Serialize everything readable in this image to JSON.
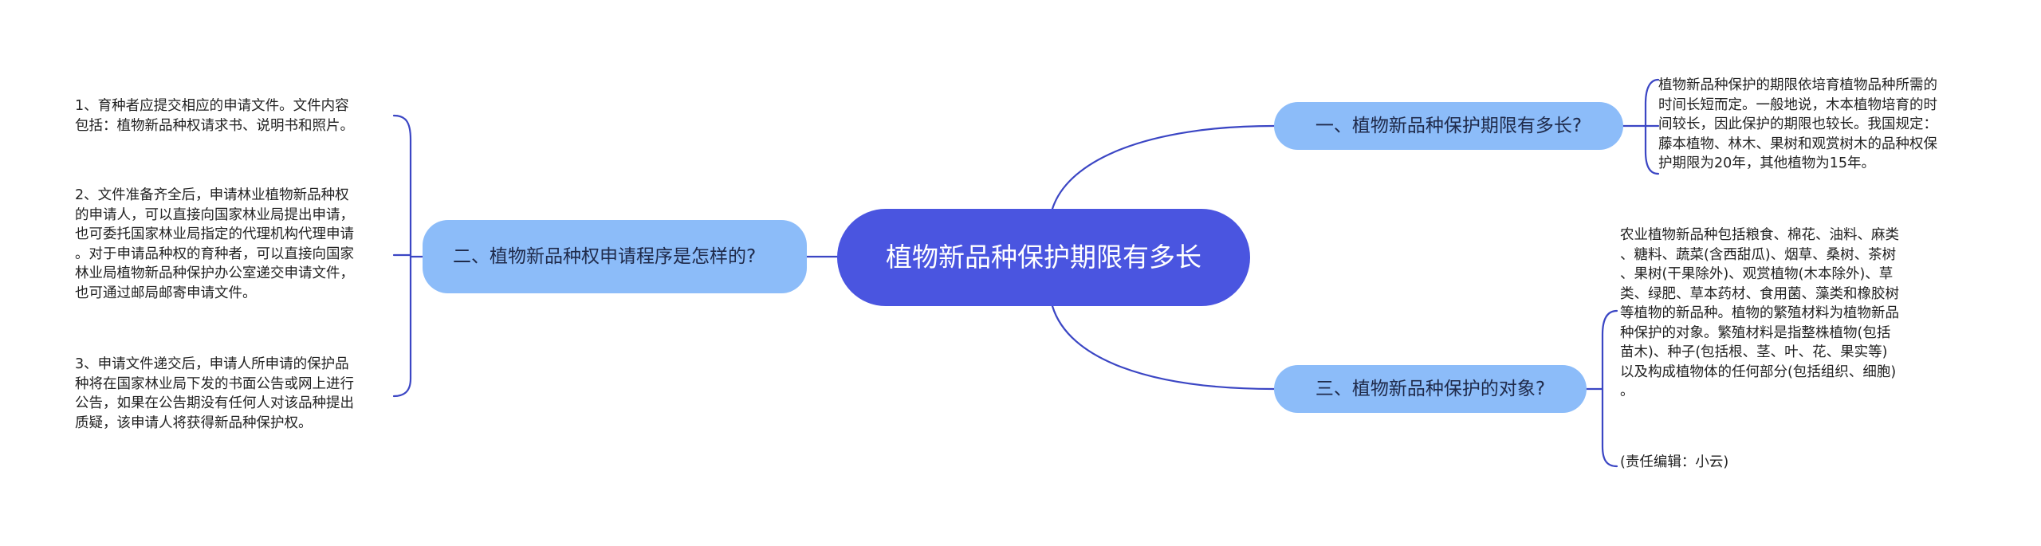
{
  "center": {
    "title": "植物新品种保护期限有多长"
  },
  "topics": [
    {
      "label": "一、植物新品种保护期限有多长?",
      "details": [
        "植物新品种保护的期限依培育植物品种所需的\n时间长短而定。一般地说，木本植物培育的时\n间较长，因此保护的期限也较长。我国规定：\n藤本植物、林木、果树和观赏树木的品种权保\n护期限为20年，其他植物为15年。"
      ]
    },
    {
      "label": "二、植物新品种权申请程序是怎样的?",
      "details": [
        "1、育种者应提交相应的申请文件。文件内容\n包括：植物新品种权请求书、说明书和照片。",
        "2、文件准备齐全后，申请林业植物新品种权\n的申请人，可以直接向国家林业局提出申请，\n也可委托国家林业局指定的代理机构代理申请\n。对于申请品种权的育种者，可以直接向国家\n林业局植物新品种保护办公室递交申请文件，\n也可通过邮局邮寄申请文件。",
        "3、申请文件递交后，申请人所申请的保护品\n种将在国家林业局下发的书面公告或网上进行\n公告，如果在公告期没有任何人对该品种提出\n质疑，该申请人将获得新品种保护权。"
      ]
    },
    {
      "label": "三、植物新品种保护的对象?",
      "details": [
        "农业植物新品种包括粮食、棉花、油料、麻类\n、糖料、蔬菜(含西甜瓜)、烟草、桑树、茶树\n、果树(干果除外)、观赏植物(木本除外)、草\n类、绿肥、草本药材、食用菌、藻类和橡胶树\n等植物的新品种。植物的繁殖材料为植物新品\n种保护的对象。繁殖材料是指整株植物(包括\n苗木)、种子(包括根、茎、叶、花、果实等)\n以及构成植物体的任何部分(包括组织、细胞)\n。",
        "(责任编辑：小云)"
      ]
    }
  ],
  "colors": {
    "center_fill": "#4a55e0",
    "topic_fill": "#8cbcf9",
    "connector": "#3b46c4"
  }
}
